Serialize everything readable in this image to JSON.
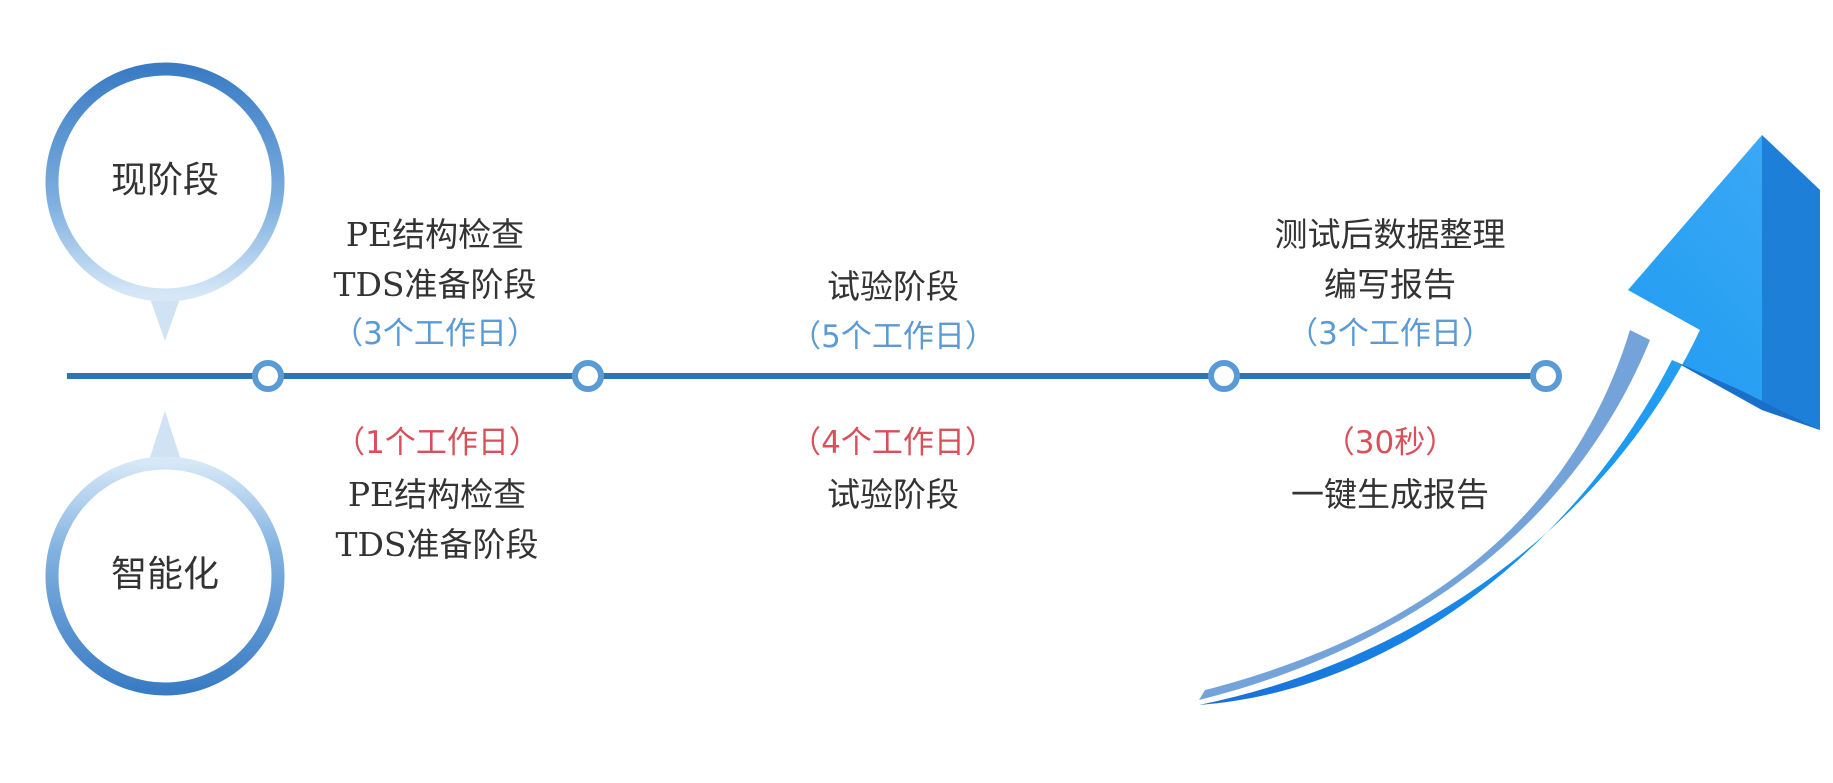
{
  "stages": {
    "current_label": "现阶段",
    "smart_label": "智能化"
  },
  "current": [
    {
      "lines": [
        "PE结构检查",
        "TDS准备阶段"
      ],
      "duration": "（3个工作日）"
    },
    {
      "lines": [
        "试验阶段"
      ],
      "duration": "（5个工作日）"
    },
    {
      "lines": [
        "测试后数据整理",
        "编写报告"
      ],
      "duration": "（3个工作日）"
    }
  ],
  "smart": [
    {
      "lines": [
        "PE结构检查",
        "TDS准备阶段"
      ],
      "duration": "（1个工作日）"
    },
    {
      "lines": [
        "试验阶段"
      ],
      "duration": "（4个工作日）"
    },
    {
      "lines": [
        "一键生成报告"
      ],
      "duration": "（30秒）"
    }
  ],
  "colors": {
    "line": "#2e75b6",
    "current_duration": "#5b9bd5",
    "smart_duration": "#d9505a",
    "arrow": "#1e90ff"
  }
}
